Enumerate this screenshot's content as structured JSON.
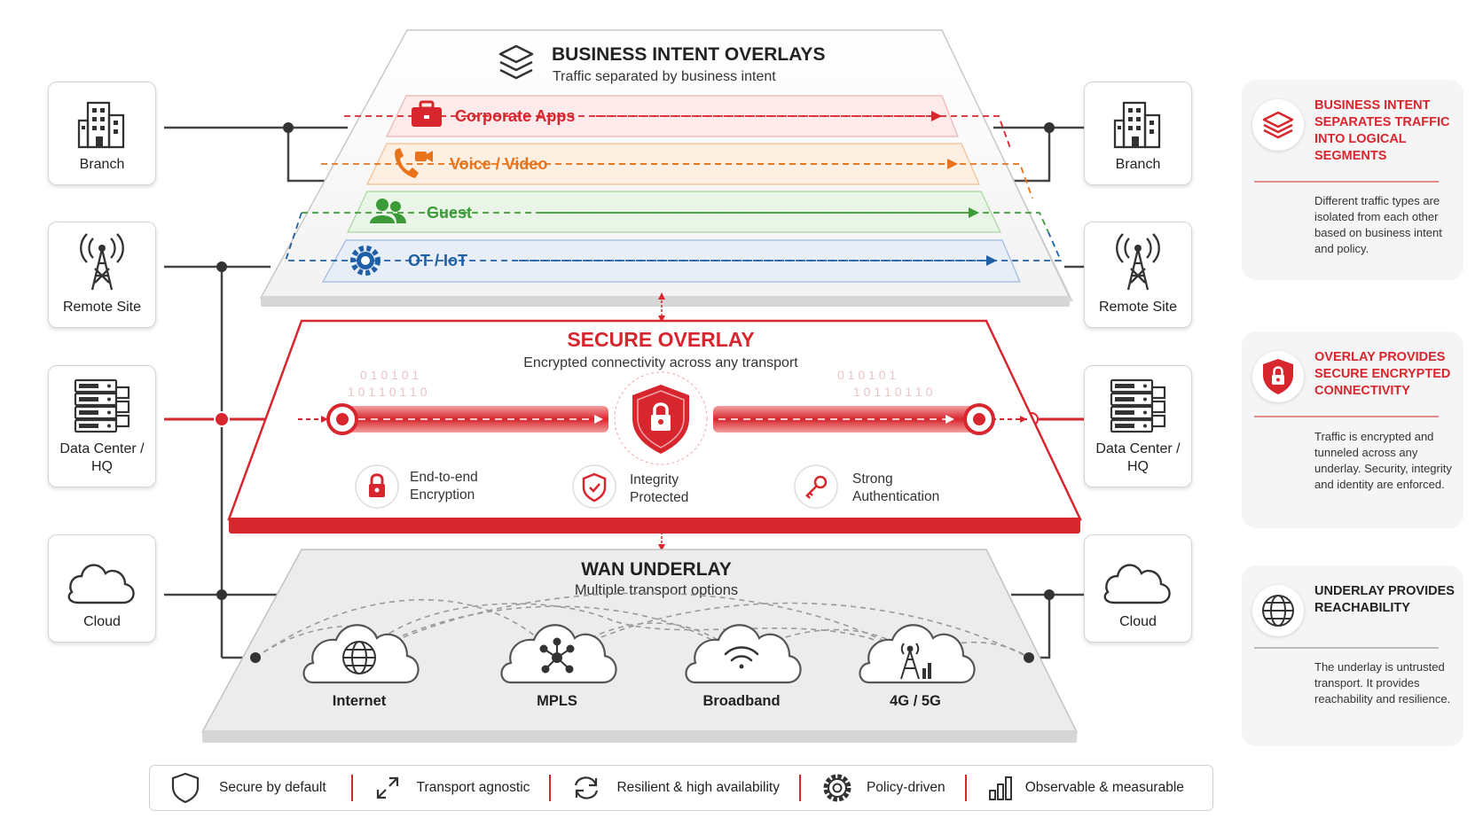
{
  "overlays": {
    "title": "BUSINESS INTENT OVERLAYS",
    "subtitle": "Traffic separated by business intent",
    "segments": [
      {
        "label": "Corporate Apps",
        "color": "#d8262e",
        "icon": "briefcase-icon"
      },
      {
        "label": "Voice / Video",
        "color": "#e8731b",
        "icon": "phone-video-icon"
      },
      {
        "label": "Guest",
        "color": "#3c9a38",
        "icon": "users-icon"
      },
      {
        "label": "OT / IoT",
        "color": "#1f5fa8",
        "icon": "gear-icon"
      }
    ]
  },
  "secure_overlay": {
    "title": "SECURE OVERLAY",
    "subtitle": "Encrypted connectivity across any transport",
    "features": [
      {
        "label": "End-to-end\nEncryption",
        "icon": "lock-icon"
      },
      {
        "label": "Integrity\nProtected",
        "icon": "shield-check-icon"
      },
      {
        "label": "Strong\nAuthentication",
        "icon": "key-icon"
      }
    ],
    "binary_rows": [
      "0 1 0 1 0 1",
      "1 0 1 1 0 1 1 0"
    ]
  },
  "wan_underlay": {
    "title": "WAN UNDERLAY",
    "subtitle": "Multiple transport options",
    "transports": [
      {
        "label": "Internet",
        "icon": "globe-icon"
      },
      {
        "label": "MPLS",
        "icon": "network-hub-icon"
      },
      {
        "label": "Broadband",
        "icon": "wifi-icon"
      },
      {
        "label": "4G / 5G",
        "icon": "cell-tower-icon"
      }
    ]
  },
  "left_nodes": [
    {
      "label": "Branch",
      "icon": "building-icon"
    },
    {
      "label": "Remote Site",
      "icon": "antenna-tower-icon"
    },
    {
      "label": "Data Center /\nHQ",
      "icon": "server-rack-icon"
    },
    {
      "label": "Cloud",
      "icon": "cloud-icon"
    }
  ],
  "right_nodes": [
    {
      "label": "Branch",
      "icon": "building-icon"
    },
    {
      "label": "Remote Site",
      "icon": "antenna-tower-icon"
    },
    {
      "label": "Data Center /\nHQ",
      "icon": "server-rack-icon"
    },
    {
      "label": "Cloud",
      "icon": "cloud-icon"
    }
  ],
  "right_panel": [
    {
      "title": "BUSINESS INTENT SEPARATES TRAFFIC INTO LOGICAL SEGMENTS",
      "text": "Different traffic types are isolated from each other based on business intent and policy.",
      "title_color": "#d8262e",
      "icon": "layers-icon"
    },
    {
      "title": "OVERLAY PROVIDES SECURE ENCRYPTED CONNECTIVITY",
      "text": "Traffic is encrypted and tunneled across any underlay. Security, integrity and identity are enforced.",
      "title_color": "#d8262e",
      "icon": "shield-lock-icon"
    },
    {
      "title": "UNDERLAY PROVIDES REACHABILITY",
      "text": "The underlay is untrusted transport. It provides reachability and resilience.",
      "title_color": "#222222",
      "icon": "globe-icon"
    }
  ],
  "legend": [
    {
      "label": "Secure by default",
      "icon": "shield-outline-icon"
    },
    {
      "label": "Transport agnostic",
      "icon": "expand-arrows-icon"
    },
    {
      "label": "Resilient & high availability",
      "icon": "refresh-icon"
    },
    {
      "label": "Policy-driven",
      "icon": "settings-gear-icon"
    },
    {
      "label": "Observable & measurable",
      "icon": "bar-chart-icon"
    }
  ],
  "colors": {
    "accent": "#d8262e",
    "orange": "#e8731b",
    "green": "#3c9a38",
    "blue": "#1f5fa8",
    "line": "#444444"
  }
}
